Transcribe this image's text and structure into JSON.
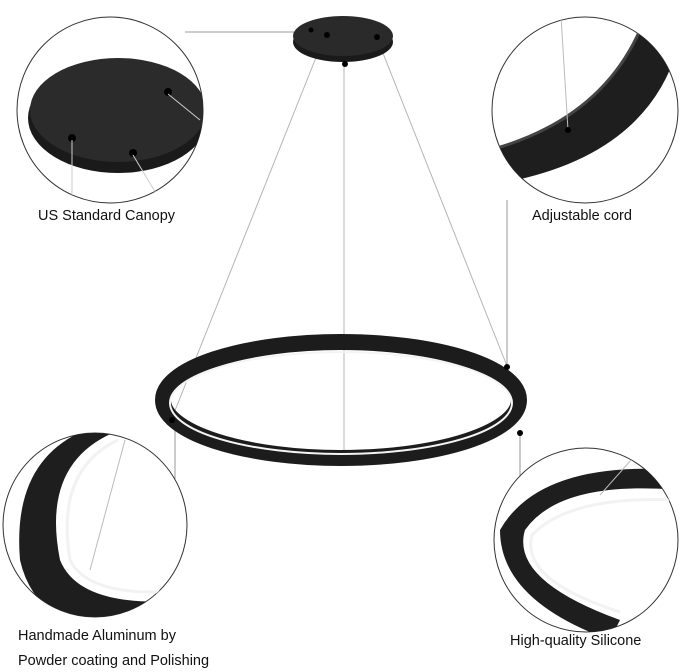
{
  "labels": {
    "canopy": "US Standard Canopy",
    "cord": "Adjustable cord",
    "aluminum_line1": "Handmade Aluminum by",
    "aluminum_line2": "Powder coating and Polishing",
    "silicone": "High-quality Silicone"
  },
  "colors": {
    "fixture": "#1c1c1c",
    "led": "#f4f4f4",
    "background": "#ffffff"
  }
}
